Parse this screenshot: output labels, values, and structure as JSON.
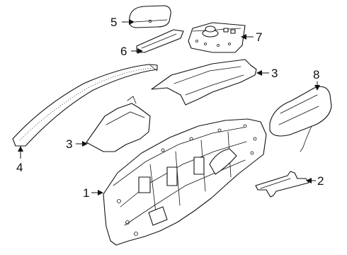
{
  "callouts": {
    "c1": "1",
    "c2": "2",
    "c3a": "3",
    "c3b": "3",
    "c4": "4",
    "c5": "5",
    "c6": "6",
    "c7": "7",
    "c8": "8"
  }
}
